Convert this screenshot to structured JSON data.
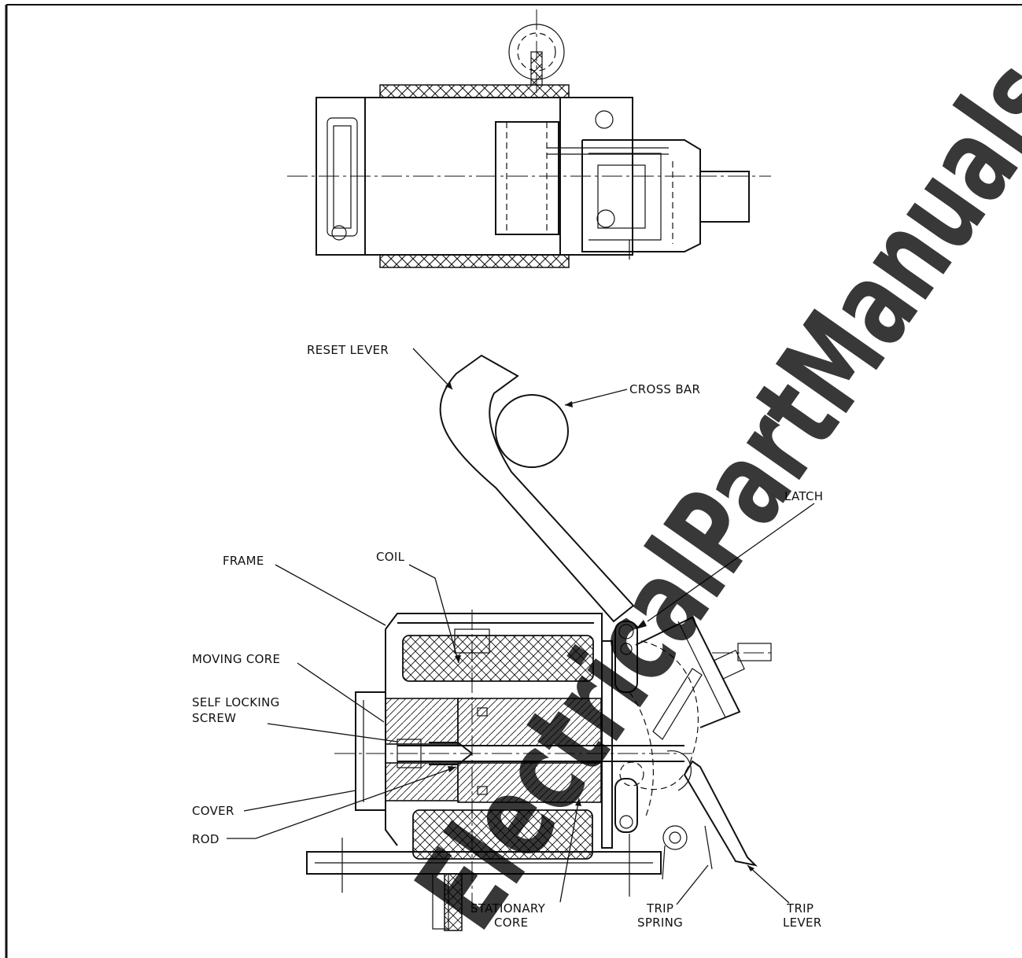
{
  "labels": {
    "reset_lever": "RESET LEVER",
    "cross_bar": "CROSS BAR",
    "latch": "LATCH",
    "frame": "FRAME",
    "coil": "COIL",
    "moving_core": "MOVING CORE",
    "self_locking_1": "SELF LOCKING",
    "self_locking_2": "SCREW",
    "cover": "COVER",
    "rod": "ROD",
    "stationary_core_1": "STATIONARY",
    "stationary_core_2": "CORE",
    "trip_spring_1": "TRIP",
    "trip_spring_2": "SPRING",
    "trip_lever_1": "TRIP",
    "trip_lever_2": "LEVER"
  },
  "watermark": "ElectricalPartManuals"
}
